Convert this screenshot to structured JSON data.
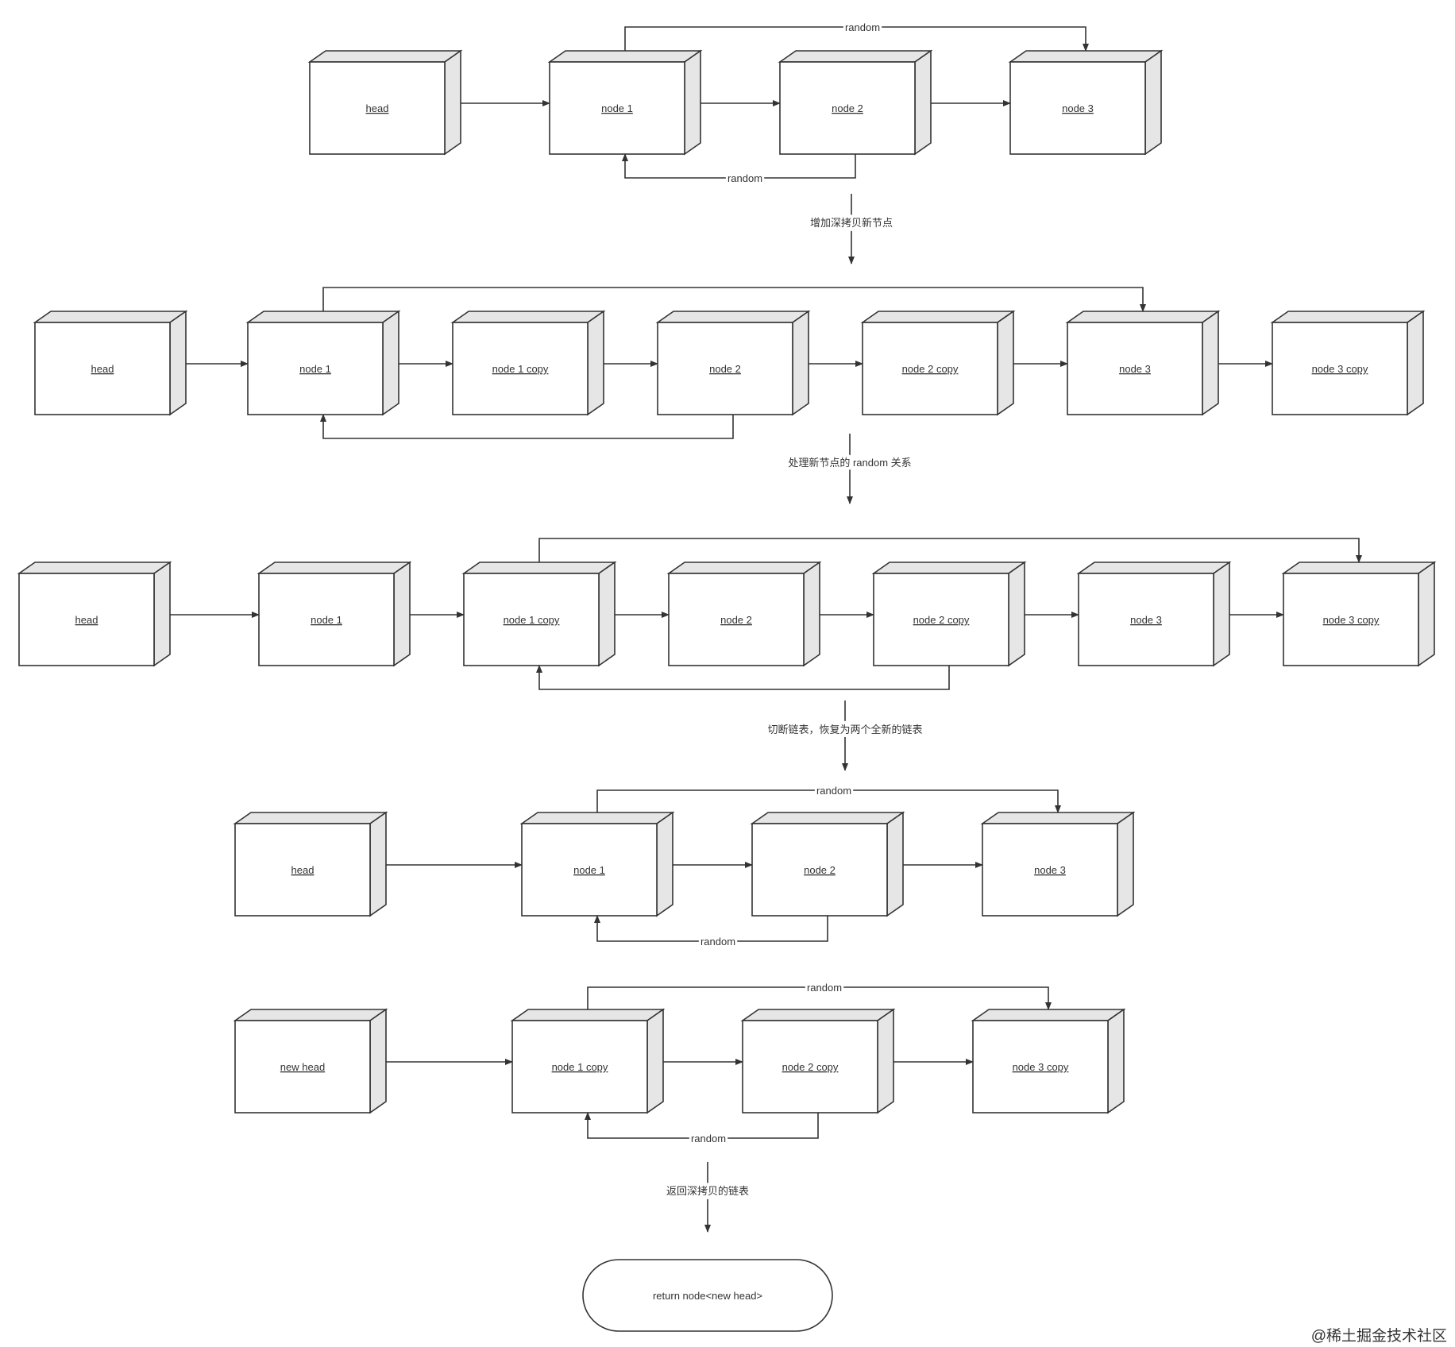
{
  "colors": {
    "stroke": "#333333",
    "box_fill": "#ffffff",
    "side_fill": "#e6e6e6",
    "background": "#ffffff",
    "watermark": "#c8c8c8"
  },
  "rows": [
    {
      "id": "row1",
      "nodes": [
        "head",
        "node 1",
        "node 2",
        "node 3"
      ],
      "random_label": "random"
    },
    {
      "id": "row2",
      "nodes": [
        "head",
        "node 1",
        "node 1 copy",
        "node 2",
        "node 2 copy",
        "node 3",
        "node 3 copy"
      ]
    },
    {
      "id": "row3",
      "nodes": [
        "head",
        "node 1",
        "node 1 copy",
        "node 2",
        "node 2 copy",
        "node 3",
        "node 3 copy"
      ]
    },
    {
      "id": "row4",
      "nodes": [
        "head",
        "node 1",
        "node 2",
        "node 3"
      ],
      "random_label": "random"
    },
    {
      "id": "row5",
      "nodes": [
        "new head",
        "node 1 copy",
        "node 2 copy",
        "node 3 copy"
      ],
      "random_label": "random"
    }
  ],
  "steps": [
    "增加深拷贝新节点",
    "处理新节点的 random 关系",
    "切断链表，恢复为两个全新的链表",
    "返回深拷贝的链表"
  ],
  "terminal": {
    "label": "return node<new head>"
  },
  "watermark": "@稀土掘金技术社区"
}
